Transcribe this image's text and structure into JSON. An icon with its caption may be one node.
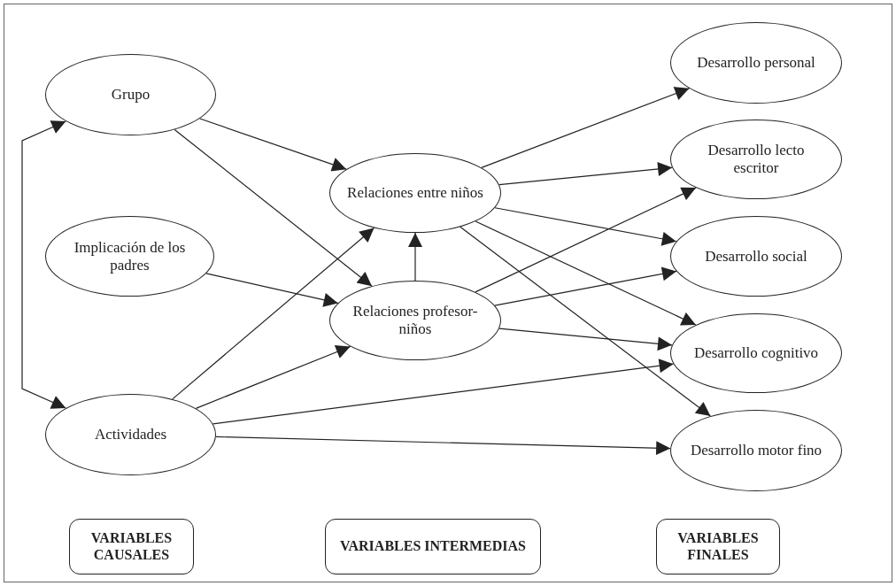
{
  "diagram": {
    "nodes": [
      {
        "text": [
          "Grupo"
        ]
      },
      {
        "text": [
          "Implicación de los padres"
        ]
      },
      {
        "text": [
          "Actividades"
        ]
      },
      {
        "text": [
          "Relaciones entre niños"
        ]
      },
      {
        "text": [
          "Relaciones profesor-niños"
        ]
      },
      {
        "text": [
          "Desarrollo personal"
        ]
      },
      {
        "text": [
          "Desarrollo lecto escritor"
        ]
      },
      {
        "text": [
          "Desarrollo social"
        ]
      },
      {
        "text": [
          "Desarrollo cognitivo"
        ]
      },
      {
        "text": [
          "Desarrollo motor fino"
        ]
      },
      {
        "text": [
          "VARIABLES CAUSALES"
        ]
      },
      {
        "text": [
          "VARIABLES INTERMEDIAS"
        ]
      },
      {
        "text": [
          "VARIABLES FINALES"
        ]
      }
    ],
    "edges": [
      {
        "from": 0,
        "to": 2,
        "arrow": "both"
      },
      {
        "from": 0,
        "to": 3,
        "arrow": "to"
      },
      {
        "from": 0,
        "to": 4,
        "arrow": "to"
      },
      {
        "from": 1,
        "to": 4,
        "arrow": "to"
      },
      {
        "from": 2,
        "to": 3,
        "arrow": "to"
      },
      {
        "from": 2,
        "to": 4,
        "arrow": "to"
      },
      {
        "from": 2,
        "to": 8,
        "arrow": "to"
      },
      {
        "from": 2,
        "to": 9,
        "arrow": "to"
      },
      {
        "from": 4,
        "to": 3,
        "arrow": "to"
      },
      {
        "from": 3,
        "to": 5,
        "arrow": "to"
      },
      {
        "from": 3,
        "to": 6,
        "arrow": "to"
      },
      {
        "from": 3,
        "to": 7,
        "arrow": "to"
      },
      {
        "from": 3,
        "to": 8,
        "arrow": "to"
      },
      {
        "from": 3,
        "to": 9,
        "arrow": "to"
      },
      {
        "from": 4,
        "to": 6,
        "arrow": "to"
      },
      {
        "from": 4,
        "to": 7,
        "arrow": "to"
      },
      {
        "from": 4,
        "to": 8,
        "arrow": "to"
      }
    ]
  }
}
